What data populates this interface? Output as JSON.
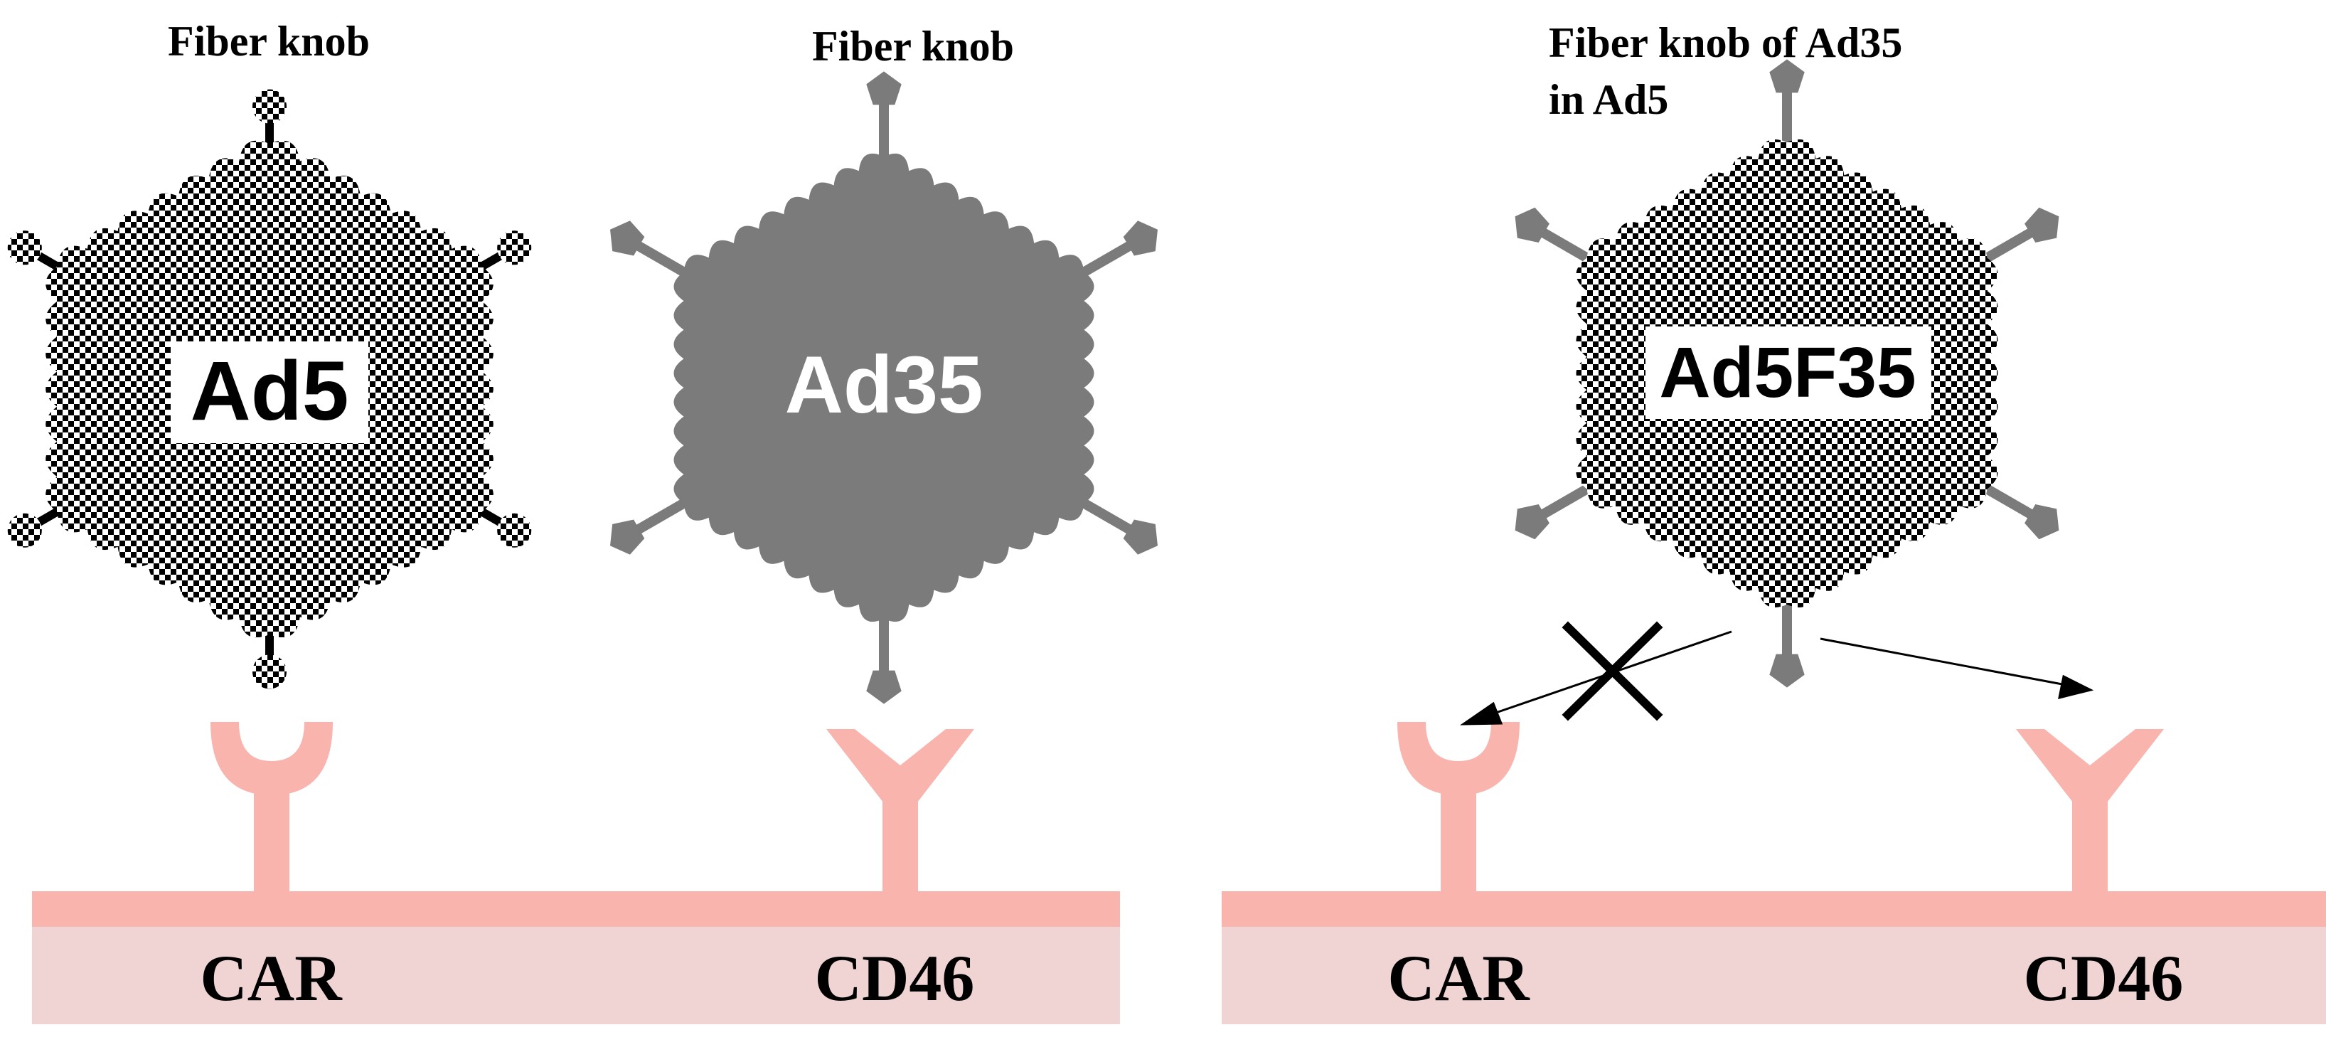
{
  "panels": [
    {
      "id": "left",
      "viruses": [
        {
          "id": "ad5",
          "name": "Ad5",
          "fiber_label": "Fiber knob",
          "coat": "checkered",
          "knob": "round-knob-icon"
        },
        {
          "id": "ad35",
          "name": "Ad35",
          "fiber_label": "Fiber knob",
          "coat": "solid-gray",
          "knob": "pentagon-knob-icon"
        }
      ],
      "receptors": [
        {
          "id": "car",
          "name": "CAR",
          "shape": "u-cup"
        },
        {
          "id": "cd46",
          "name": "CD46",
          "shape": "y-cup"
        }
      ]
    },
    {
      "id": "right",
      "viruses": [
        {
          "id": "ad5f35",
          "name": "Ad5F35",
          "fiber_label_lines": [
            "Fiber knob of Ad35",
            "in Ad5"
          ],
          "coat": "checkered",
          "knob": "pentagon-knob-icon"
        }
      ],
      "receptors": [
        {
          "id": "car2",
          "name": "CAR",
          "shape": "u-cup",
          "binding": "blocked"
        },
        {
          "id": "cd46-2",
          "name": "CD46",
          "shape": "y-cup",
          "binding": "binds"
        }
      ],
      "blocked_mark": "cross-icon"
    }
  ],
  "colors": {
    "receptor": "#f8b4ad",
    "membrane_band": "#f8b4ad",
    "membrane_fill": "#f0d4d4",
    "ad35_coat": "#7b7b7b",
    "knob_gray": "#7b7b7b",
    "checker_dark": "#000000",
    "checker_light": "#ffffff"
  }
}
